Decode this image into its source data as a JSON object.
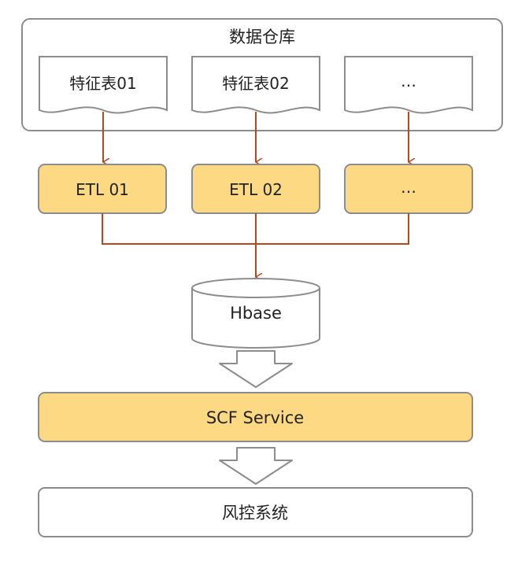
{
  "warehouse": {
    "title": "数据仓库",
    "tables": [
      {
        "label": "特征表01"
      },
      {
        "label": "特征表02"
      },
      {
        "label": "…"
      }
    ]
  },
  "etl": [
    {
      "label": "ETL 01"
    },
    {
      "label": "ETL 02"
    },
    {
      "label": "…"
    }
  ],
  "storage": {
    "label": "Hbase"
  },
  "service": {
    "label": "SCF Service"
  },
  "consumer": {
    "label": "风控系统"
  },
  "colors": {
    "highlight_fill": "#FCD982",
    "box_border": "#8C8C8C",
    "connector": "#B4481F",
    "white": "#FFFFFF"
  }
}
